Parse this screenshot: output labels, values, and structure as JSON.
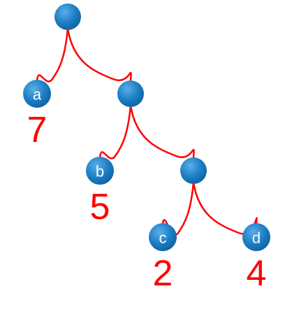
{
  "colors": {
    "edge": "#ff0000",
    "node_light": "#5aaee6",
    "node_main": "#1d7fc6",
    "node_dark": "#0f5e9c",
    "weight": "#ff0000"
  },
  "tree": {
    "root": {
      "label": "",
      "children": [
        {
          "label": "a",
          "weight": "7"
        },
        {
          "label": "",
          "children": [
            {
              "label": "b",
              "weight": "5"
            },
            {
              "label": "",
              "children": [
                {
                  "label": "c",
                  "weight": "2"
                },
                {
                  "label": "d",
                  "weight": "4"
                }
              ]
            }
          ]
        }
      ]
    }
  }
}
